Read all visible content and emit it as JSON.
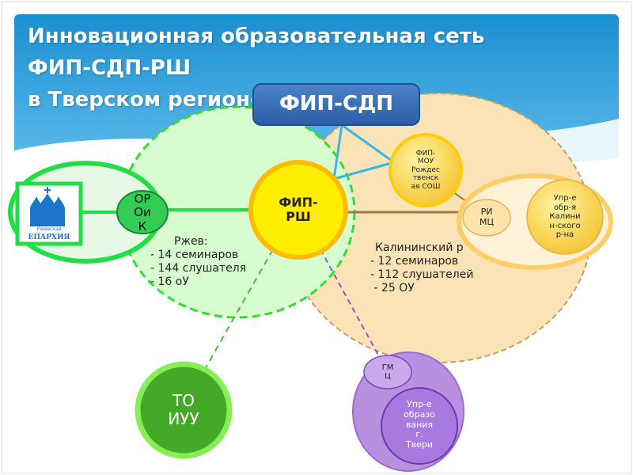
{
  "colors": {
    "header_blue": "#1e9ad6",
    "frame_green": "#22dd44",
    "rzhev_fill": "#d6fcd0",
    "kalinin_fill": "#fbe3b8",
    "kalinin_border": "#c8a060",
    "fip_rsh_fill": "#ffee00",
    "fip_sdp_fill": "#3a6fb6",
    "tver_fill": "#b98fe0",
    "link_blue": "#3ab4e6",
    "link_green": "#44bb44",
    "link_purple": "#8a5ad6",
    "node_gold": "#ffd54a"
  },
  "title": {
    "line1": "Инновационная образовательная сеть",
    "line2": "ФИП-СДП-РШ",
    "line3": "в Тверском регионе"
  },
  "nodes": {
    "fip_sdp": "ФИП-СДП",
    "fip_rsh": "ФИП-\nРШ",
    "fip_mou": "ФИП-\nМОУ\nРождес\nтвенск\nая СОШ",
    "orik": "ОР\nОи\nК",
    "rimc": "РИ\nМЦ",
    "kalinin_admin": "Упр-е\nобр-я\nКалини\nн-ского\nр-на",
    "to_iuu": "ТО\nИУУ",
    "gmc": "ГМ\nЦ",
    "tver_admin": "Упр-е\nобразо\nвания\nг.\nТвери"
  },
  "eparchy": {
    "small_label": "Ржевская",
    "name": "ЕПАРХИЯ"
  },
  "stats": {
    "rzhev": {
      "heading": "Ржев:",
      "seminars": "- 14 семинаров",
      "listeners": "- 144 слушателя",
      "schools": "- 16 оУ"
    },
    "kalinin": {
      "heading": "Калининский р",
      "seminars": "-  12 семинаров",
      "listeners": "-  112 слушателей",
      "schools": " - 25 ОУ"
    }
  }
}
